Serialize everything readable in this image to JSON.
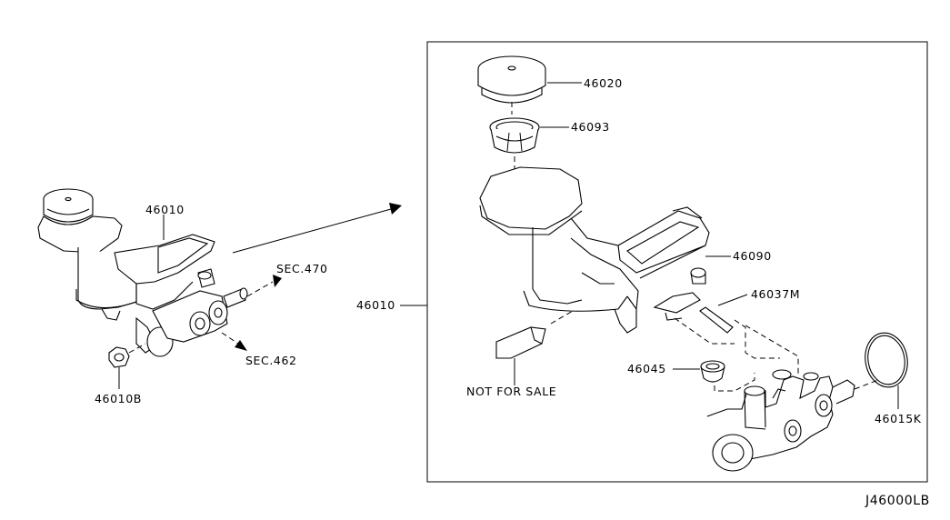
{
  "diagram_id": "J46000LB",
  "assembly": {
    "main_label": "46010",
    "nut_label": "46010B",
    "sec_labels": [
      "SEC.470",
      "SEC.462"
    ]
  },
  "exploded": {
    "body_label": "46010",
    "parts": [
      {
        "id": "46020"
      },
      {
        "id": "46093"
      },
      {
        "id": "46090"
      },
      {
        "id": "46037M"
      },
      {
        "id": "46045"
      },
      {
        "id": "46015K"
      }
    ],
    "not_for_sale": "NOT FOR SALE"
  }
}
